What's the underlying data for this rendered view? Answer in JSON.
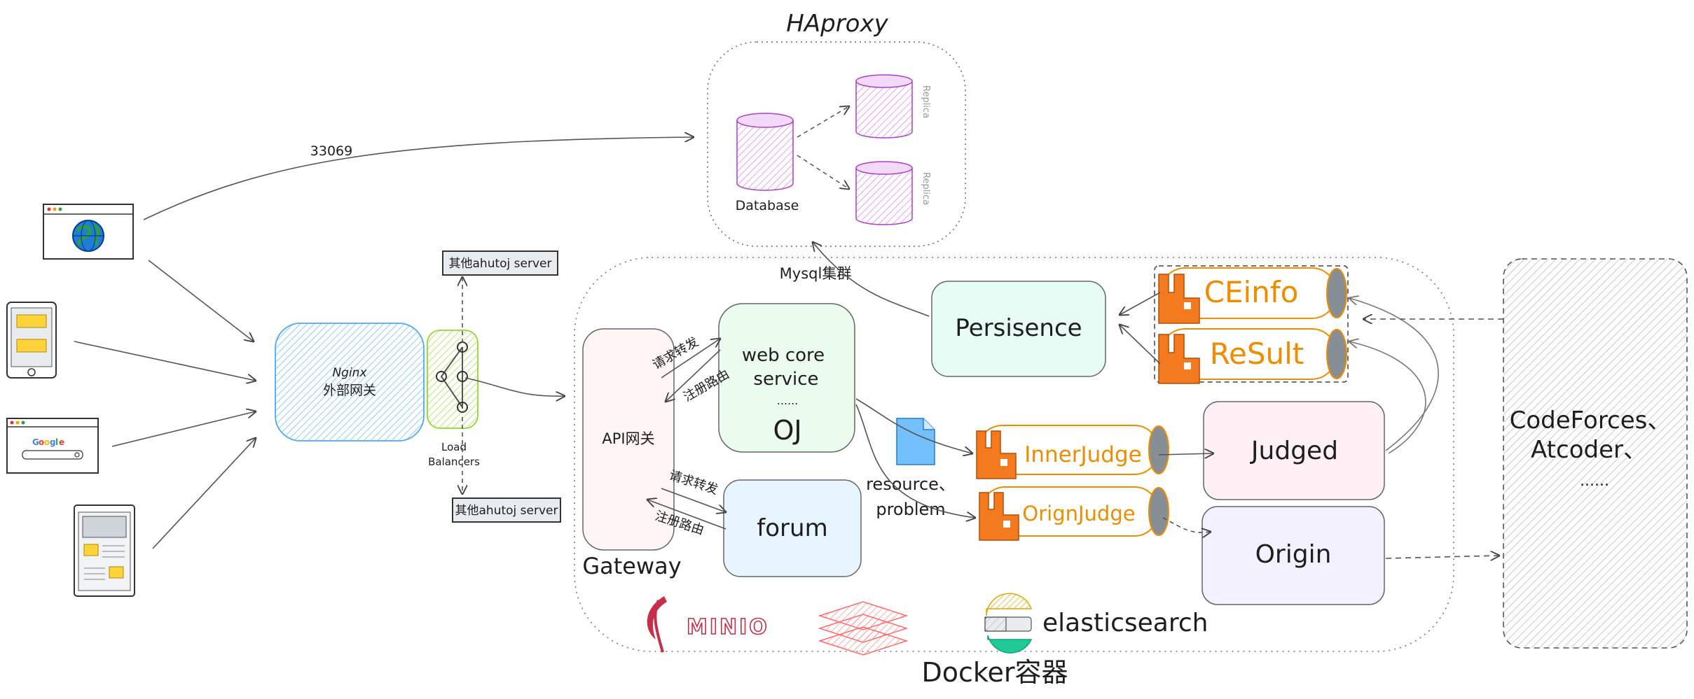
{
  "haproxy": {
    "title": "HAproxy",
    "database_label": "Database",
    "replica_label_1": "Replica",
    "replica_label_2": "Replica"
  },
  "edges": {
    "mysql_port": "33069",
    "mysql_cluster": "Mysql集群",
    "forward_request_1": "请求转发",
    "register_route_1": "注册路由",
    "forward_request_2": "请求转发",
    "register_route_2": "注册路由",
    "resource_problem_line1": "resource、",
    "resource_problem_line2": "problem"
  },
  "gateway_layer": {
    "nginx_line1": "Nginx",
    "nginx_line2": "外部网关",
    "load_balancers_line1": "Load",
    "load_balancers_line2": "Balancers",
    "other_server_top": "其他ahutoj server",
    "other_server_bottom": "其他ahutoj server"
  },
  "docker": {
    "title": "Docker容器",
    "gateway_label": "Gateway",
    "api_gateway": "API网关",
    "web_core_line1": "web core",
    "web_core_line2": "service",
    "web_core_line3": "......",
    "web_core_line4": "OJ",
    "forum": "forum",
    "persistence": "Persisence",
    "judged": "Judged",
    "origin": "Origin",
    "queues": {
      "ceinfo": "CEinfo",
      "result": "ReSult",
      "inner_judge": "InnerJudge",
      "orign_judge": "OrignJudge"
    },
    "logos": {
      "minio": "MINIO",
      "elasticsearch": "elasticsearch"
    }
  },
  "external": {
    "line1": "CodeForces、",
    "line2": "Atcoder、",
    "line3": "......"
  },
  "colors": {
    "rabbitmq_orange": "#f47a20",
    "queue_text": "#f08c00",
    "nginx_fill": "#a5d8ff",
    "lb_fill": "#c0eb75",
    "web_core_fill": "#ebfbee",
    "forum_fill": "#e7f5ff",
    "api_fill": "#fff5f5",
    "persistence_fill": "#e6fcf5",
    "judged_fill": "#fff0f6",
    "origin_fill": "#f3f0ff",
    "db_fill": "#eebefa",
    "external_fill": "#e9ecef",
    "minio_red": "#c72e49"
  }
}
